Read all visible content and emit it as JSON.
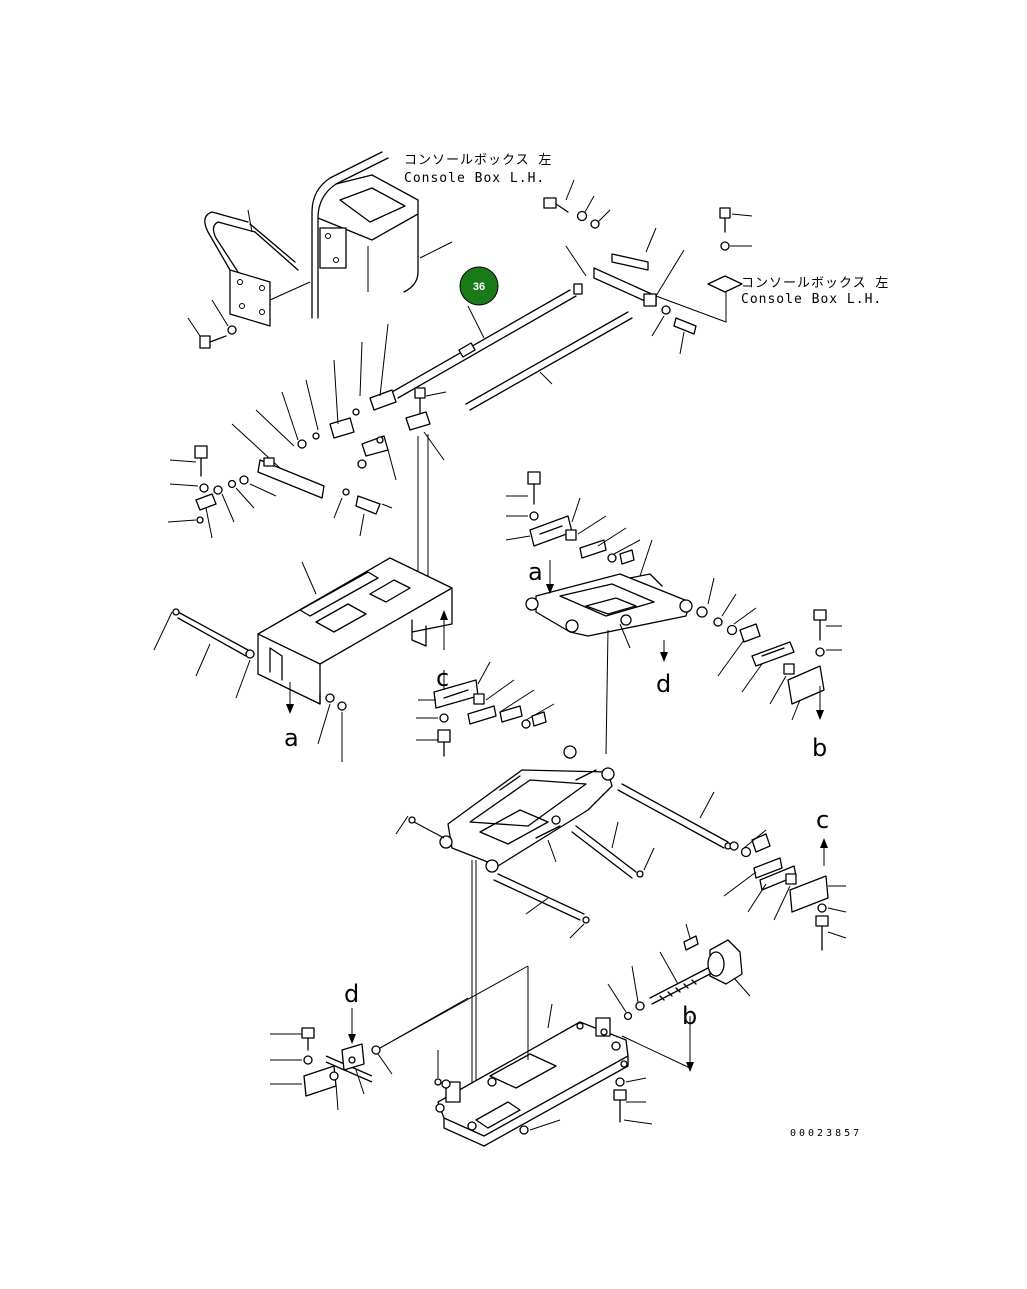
{
  "labels": {
    "console_top_jp": "コンソールボックス 左",
    "console_top_en": "Console Box L.H.",
    "console_right_jp": "コンソールボックス 左",
    "console_right_en": "Console Box L.H."
  },
  "callout": {
    "number": "36",
    "color": "#1a7a1a"
  },
  "arrow_letters": {
    "a1": "a",
    "a2": "a",
    "b1": "b",
    "b2": "b",
    "c1": "c",
    "c2": "c",
    "d1": "d",
    "d2": "d"
  },
  "drawing_code": "00023857"
}
